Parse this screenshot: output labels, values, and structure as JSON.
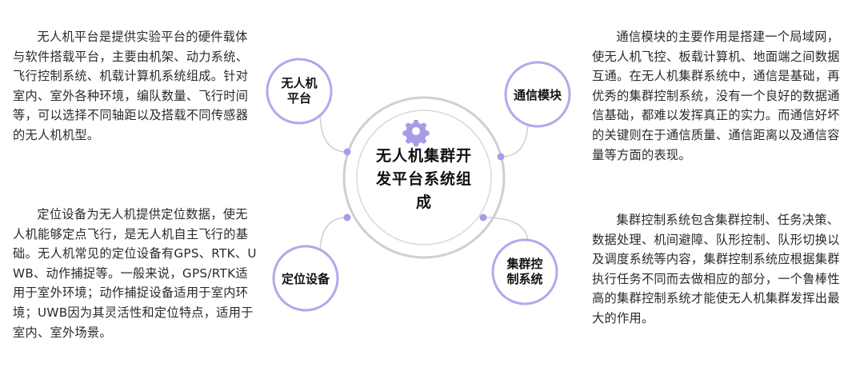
{
  "center": {
    "title": "无人机集群开发平台系统组成",
    "icon": "gear-icon"
  },
  "nodes": {
    "platform": "无人机平台",
    "communication": "通信模块",
    "positioning": "定位设备",
    "swarm_control": "集群控制系统"
  },
  "paragraphs": {
    "platform": "无人机平台是提供实验平台的硬件载体与软件搭载平台，主要由机架、动力系统、飞行控制系统、机载计算机系统组成。针对室内、室外各种环境，编队数量、飞行时间等，可以选择不同轴距以及搭载不同传感器的无人机机型。",
    "positioning": "定位设备为无人机提供定位数据，使无人机能够定点飞行，是无人机自主飞行的基础。无人机常见的定位设备有GPS、RTK、UWB、动作捕捉等。一般来说，GPS/RTK适用于室外环境；动作捕捉设备适用于室内环境；UWB因为其灵活性和定位特点，适用于室内、室外场景。",
    "communication": "通信模块的主要作用是搭建一个局域网，使无人机飞控、板载计算机、地面端之间数据互通。在无人机集群系统中，通信是基础，再优秀的集群控制系统，没有一个良好的数据通信基础，都难以发挥真正的实力。而通信好坏的关键则在于通信质量、通信距离以及通信容量等方面的表现。",
    "swarm_control": "集群控制系统包含集群控制、任务决策、数据处理、机间避障、队形控制、队形切换以及调度系统等内容，集群控制系统应根据集群执行任务不同而去做相应的部分，一个鲁棒性高的集群控制系统才能使无人机集群发挥出最大的作用。"
  },
  "colors": {
    "accent": "#9b8fe0",
    "dot": "#a99be8",
    "ring": "#c8c8c8",
    "node_border": "#b3a8ea"
  }
}
